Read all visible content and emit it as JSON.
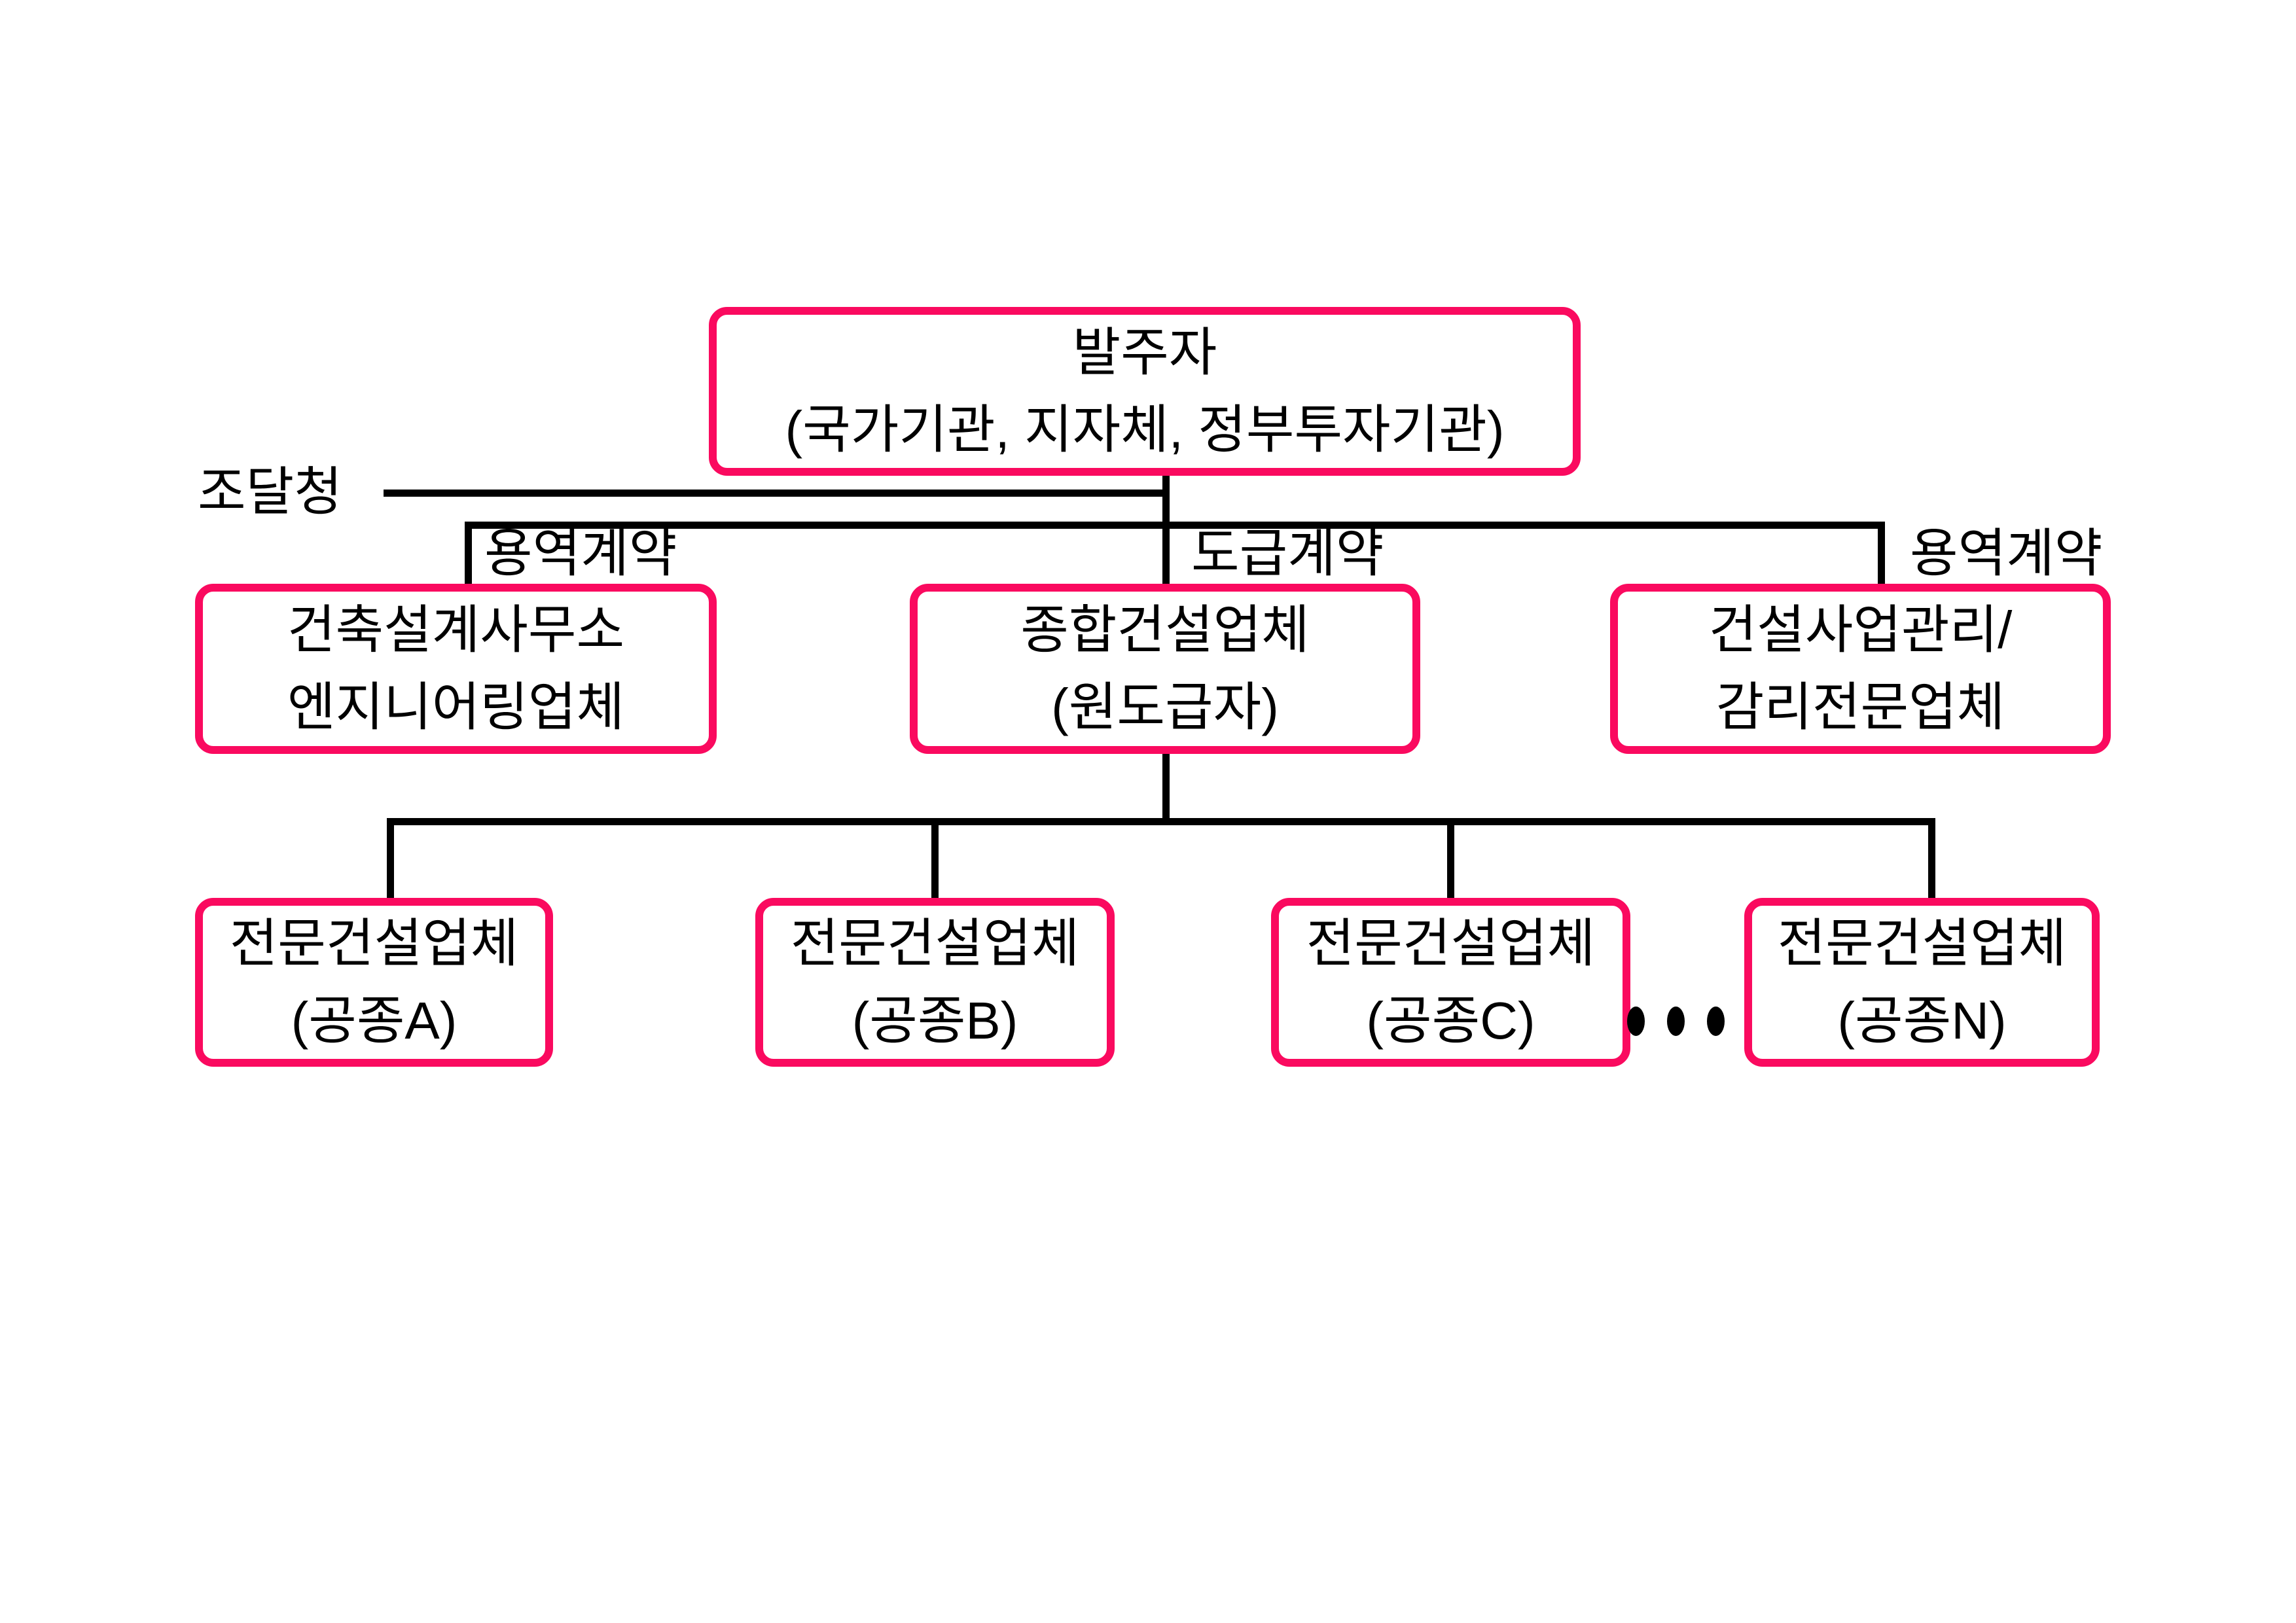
{
  "colors": {
    "accent": "#FA0A5F",
    "line": "#000000",
    "text": "#000000",
    "background": "#FFFFFF"
  },
  "nodes": {
    "owner": {
      "line1": "발주자",
      "line2": "(국가기관, 지자체, 정부투자기관)"
    },
    "design_firm": {
      "line1": "건축설계사무소",
      "line2": "엔지니어링업체"
    },
    "general_contractor": {
      "line1": "종합건설업체",
      "line2": "(원도급자)"
    },
    "cm_supervision": {
      "line1": "건설사업관리/",
      "line2": "감리전문업체"
    },
    "specialty_a": {
      "line1": "전문건설업체",
      "line2": "(공종A)"
    },
    "specialty_b": {
      "line1": "전문건설업체",
      "line2": "(공종B)"
    },
    "specialty_c": {
      "line1": "전문건설업체",
      "line2": "(공종C)"
    },
    "specialty_n": {
      "line1": "전문건설업체",
      "line2": "(공종N)"
    }
  },
  "labels": {
    "procurement_agency": "조달청",
    "service_contract_left": "용역계약",
    "construction_contract": "도급계약",
    "service_contract_right": "용역계약"
  },
  "ellipsis": {
    "dot_count": 3
  }
}
